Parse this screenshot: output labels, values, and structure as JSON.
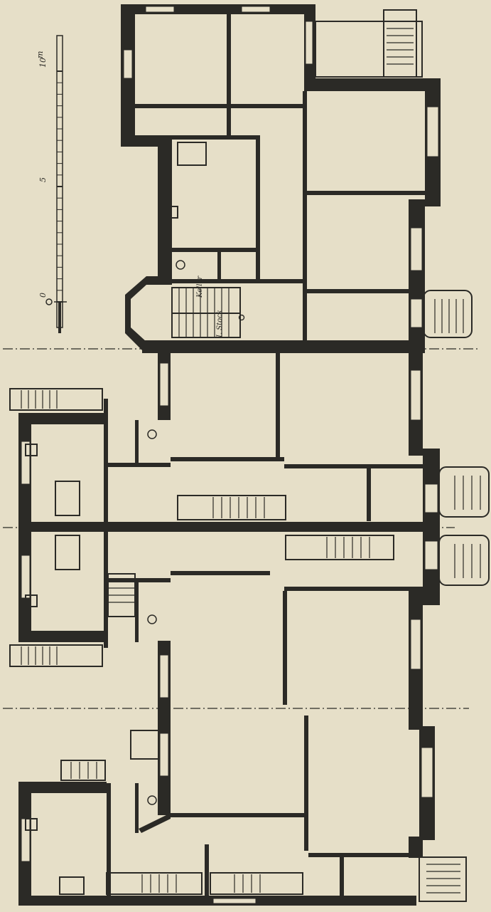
{
  "scale": {
    "ticks": [
      {
        "value": "0"
      },
      {
        "value": "5"
      },
      {
        "value": "10"
      }
    ],
    "unit": "m"
  },
  "stair_labels": {
    "keller": "Keller",
    "stock": "I. Stock"
  }
}
